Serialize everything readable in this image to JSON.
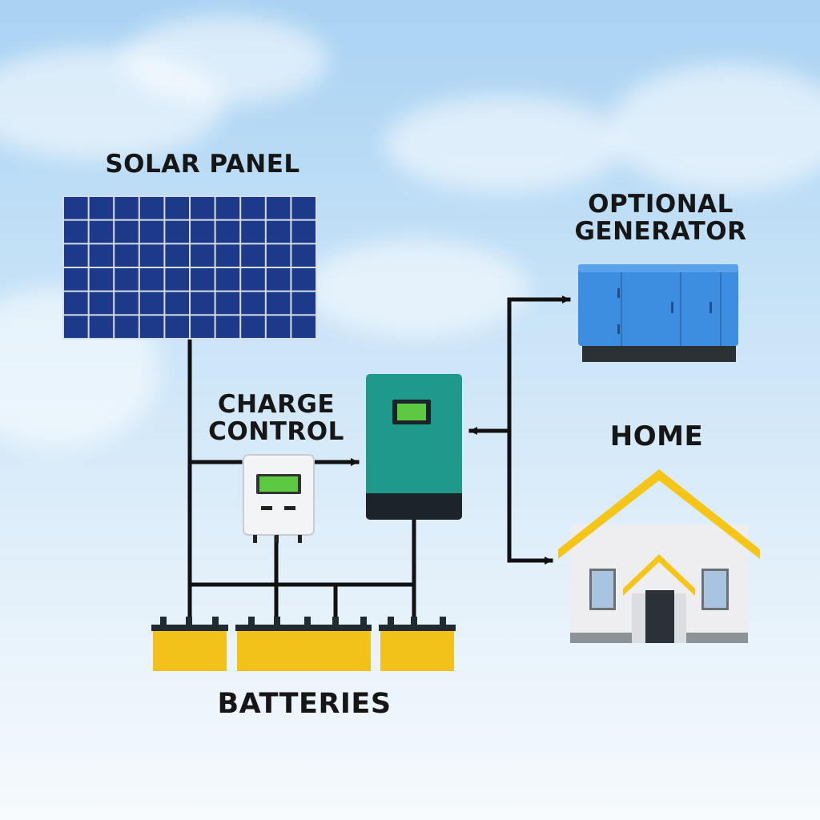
{
  "labels": {
    "solar_panel": "SOLAR PANEL",
    "charge_control": [
      "CHARGE",
      "CONTROL"
    ],
    "optional_generator": [
      "OPTIONAL",
      "GENERATOR"
    ],
    "home": "HOME",
    "batteries": "BATTERIES"
  },
  "colors": {
    "sky_top": "#a9d2f3",
    "panel_cell": "#1d3a8a",
    "inverter_body": "#1f9a8a",
    "display_green": "#5cc940",
    "generator_blue": "#3d8ee0",
    "roof_yellow": "#f5c518",
    "battery_yellow": "#f2c21b",
    "wire": "#111111"
  },
  "icons": [
    "solar-panel-icon",
    "charge-controller-icon",
    "inverter-icon",
    "generator-icon",
    "house-icon",
    "battery-icon"
  ]
}
